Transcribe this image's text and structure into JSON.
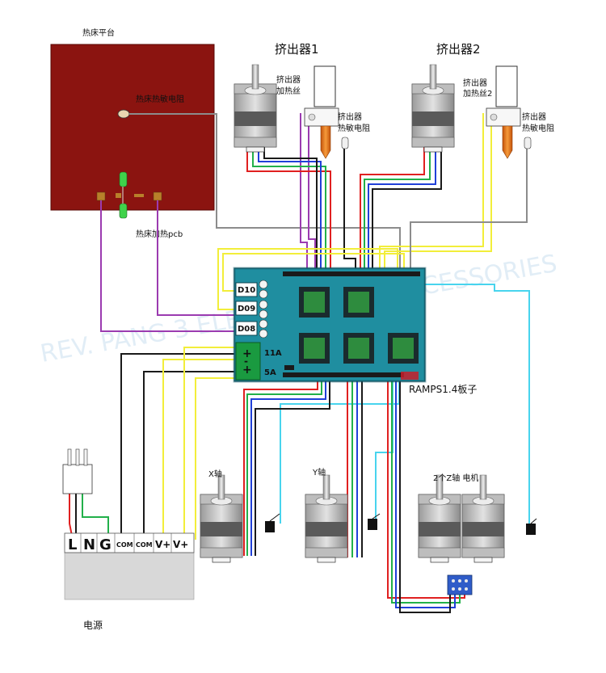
{
  "labels": {
    "heatbed_platform": "热床平台",
    "heatbed_thermistor": "热床热敏电阻",
    "heatbed_pcb": "热床加热pcb",
    "extruder1_title": "挤出器1",
    "extruder2_title": "挤出器2",
    "heater_wire_1_line1": "挤出器",
    "heater_wire_1_line2": "加热丝",
    "heater_wire_2_line1": "挤出器",
    "heater_wire_2_line2": "加热丝2",
    "thermistor_1_line1": "挤出器",
    "thermistor_1_line2": "热敏电阻",
    "thermistor_2_line1": "挤出器",
    "thermistor_2_line2": "热敏电阻",
    "d10": "D10",
    "d09": "D09",
    "d08": "D08",
    "amp_11a": "11A",
    "amp_5a": "5A",
    "board_name": "RAMPS1.4板子",
    "x_axis": "X轴",
    "y_axis": "Y轴",
    "z_axis": "2个Z轴  电机",
    "psu_L": "L",
    "psu_N": "N",
    "psu_G": "G",
    "psu_com1": "COM",
    "psu_com2": "COM",
    "psu_v1": "V+",
    "psu_v2": "V+",
    "psu_label": "电源",
    "watermark": "REV. PANG 3 ELERA PRINTER ACCESSORIES"
  },
  "colors": {
    "heatbed": "#8b1410",
    "board": "#1f8ea0",
    "board_dark": "#15606e",
    "wire_purple": "#9b3bb0",
    "wire_yellow": "#f2ee3a",
    "wire_black": "#1a1a1a",
    "wire_grey": "#8c8c8c",
    "wire_cyan": "#48d4ee",
    "wire_red": "#e02020",
    "wire_green": "#22b04a",
    "wire_blue": "#2040d8",
    "psu_body": "#d8d8d8"
  }
}
